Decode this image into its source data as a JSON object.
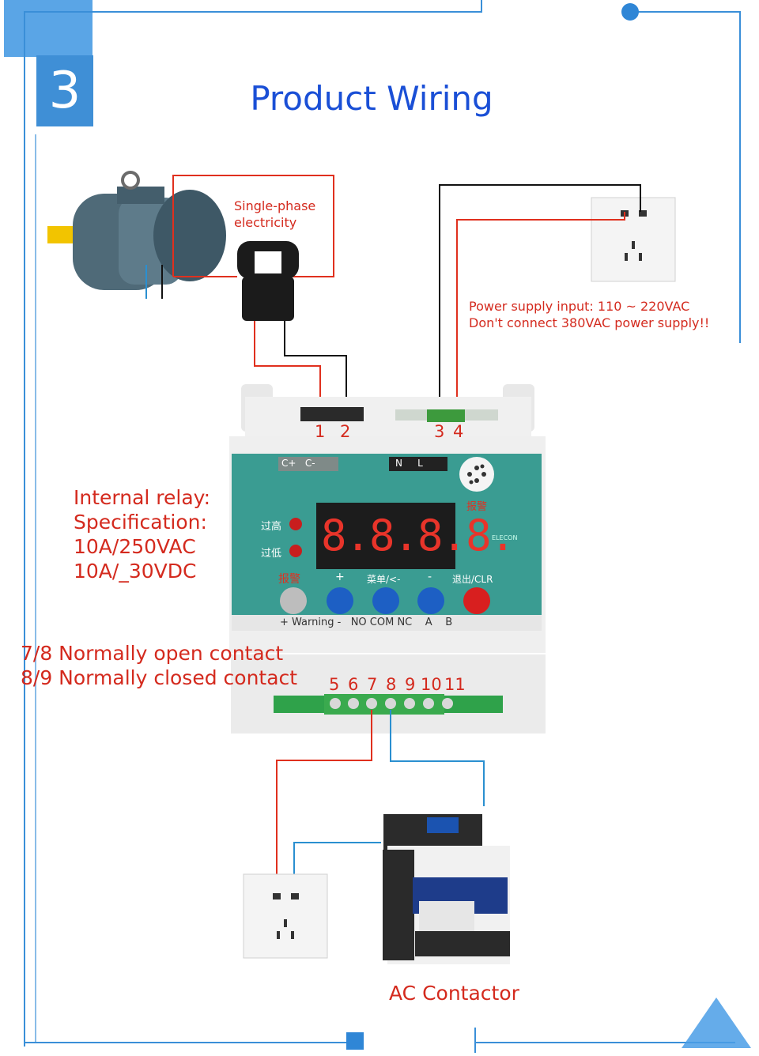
{
  "header": {
    "step_number": "3",
    "title": "Product Wiring"
  },
  "labels": {
    "ct_label": [
      "Single-phase",
      "electricity"
    ],
    "power_supply": [
      "Power supply input: 110 ~ 220VAC",
      "Don't connect 380VAC power supply!!"
    ],
    "relay_spec": [
      "Internal relay:",
      "Specification:",
      "10A/250VAC",
      "10A/_30VDC"
    ],
    "contacts": [
      "7/8 Normally open contact",
      "8/9 Normally closed contact"
    ],
    "contactor": "AC Contactor"
  },
  "device": {
    "top_terminals_left": [
      "1",
      "2"
    ],
    "top_terminals_right": [
      "3",
      "4"
    ],
    "bottom_terminals": [
      "5",
      "6",
      "7",
      "8",
      "9",
      "10",
      "11"
    ],
    "panel_labels": {
      "ct": [
        "C+",
        "C-"
      ],
      "power": [
        "N",
        "L"
      ],
      "alarm_cn": "报警",
      "high_cn": "过高",
      "low_cn": "过低"
    },
    "display": "8.8.8.8.",
    "brand": "ELECON",
    "button_labels": [
      "报警",
      "+",
      "菜单/<-",
      "-",
      "退出/CLR"
    ],
    "bottom_strip": "+ Warning -   NO COM NC    A    B"
  },
  "colors": {
    "frame": "#3a8fd8",
    "title": "#1a4fd6",
    "wire_red": "#e0301e",
    "wire_black": "#111111",
    "wire_blue": "#2a8fd0",
    "panel": "#3a9c92"
  }
}
